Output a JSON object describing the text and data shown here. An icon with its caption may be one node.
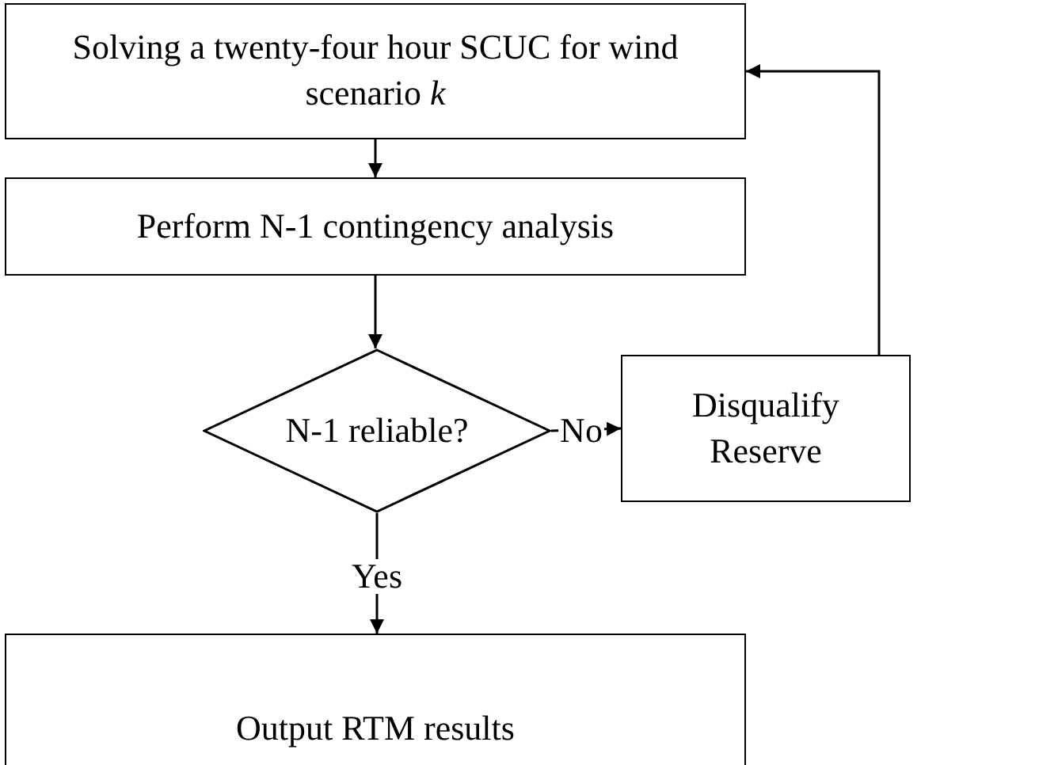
{
  "diagram": {
    "nodes": [
      {
        "text": [
          "Solving a twenty-four hour SCUC for wind scenario *k*"
        ]
      },
      {
        "text": [
          "Perform N-1 contingency analysis"
        ]
      },
      {
        "text": [
          "N-1 reliable?"
        ]
      },
      {
        "text": [
          "Disqualify Reserve"
        ]
      },
      {
        "text": [
          "Output RTM results"
        ]
      }
    ],
    "edges": [
      {
        "from": 0,
        "to": 1,
        "arrow": "to"
      },
      {
        "from": 1,
        "to": 2,
        "arrow": "to"
      },
      {
        "from": 2,
        "to": 3,
        "arrow": "to",
        "label": "No"
      },
      {
        "from": 2,
        "to": 4,
        "arrow": "to",
        "label": "Yes"
      },
      {
        "from": 3,
        "to": 0,
        "arrow": "to"
      }
    ]
  }
}
